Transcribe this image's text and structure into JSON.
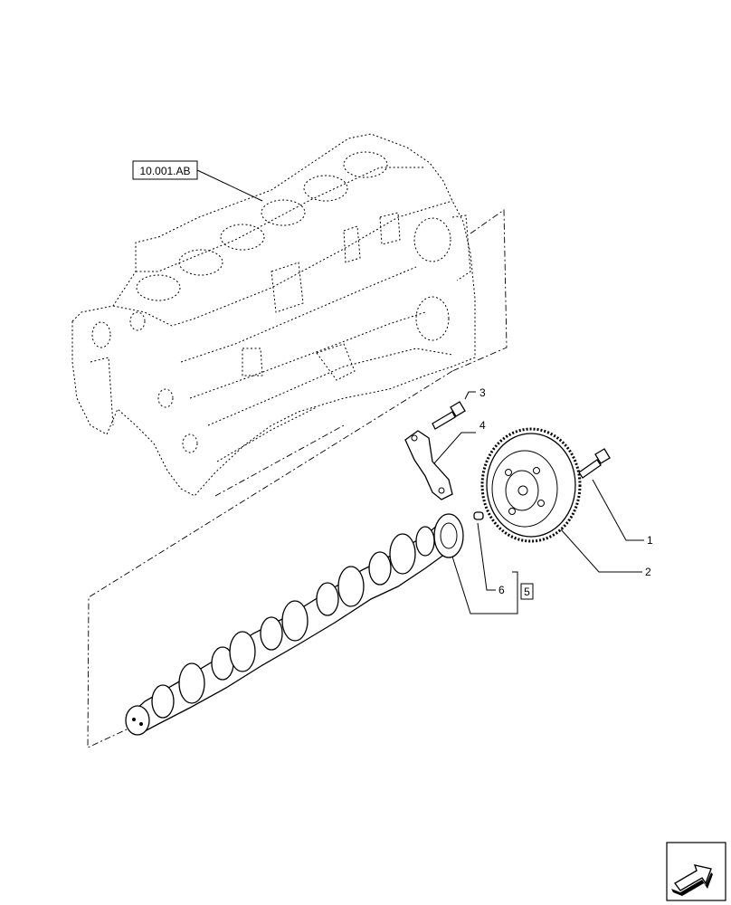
{
  "reference_label": "10.001.AB",
  "callouts": {
    "c1": "1",
    "c2": "2",
    "c3": "3",
    "c4": "4",
    "c5": "5",
    "c6": "6"
  },
  "nav_icon": "next-page-arrow-icon"
}
